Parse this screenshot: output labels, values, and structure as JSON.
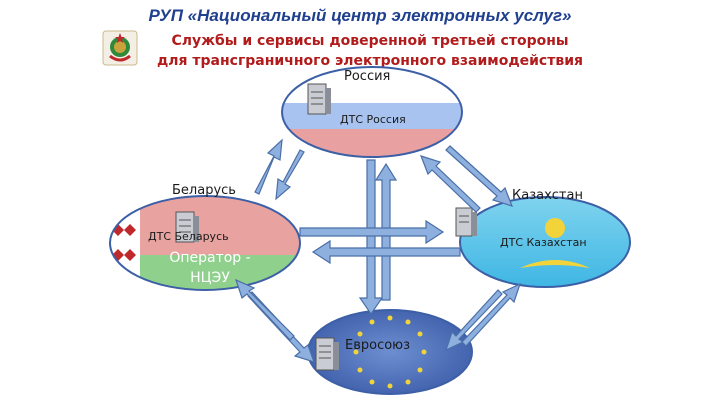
{
  "header": {
    "organization": "РУП «Национальный центр электронных услуг»",
    "title_line1": "Службы и сервисы доверенной третьей стороны",
    "title_line2": "для трансграничного электронного взаимодействия"
  },
  "nodes": {
    "russia": {
      "name": "Россия",
      "service": "ДТС Россия"
    },
    "belarus": {
      "name": "Беларусь",
      "service": "ДТС Беларусь",
      "operator_line1": "Оператор -",
      "operator_line2": "НЦЭУ"
    },
    "kazakhstan": {
      "name": "Казахстан",
      "service": "ДТС Казахстан"
    },
    "eu": {
      "name": "Евросоюз"
    }
  },
  "colors": {
    "org_text": "#1f3f8f",
    "title_text": "#b11b1b",
    "arrow_fill": "#8eb0de",
    "arrow_stroke": "#4a6fa8"
  }
}
